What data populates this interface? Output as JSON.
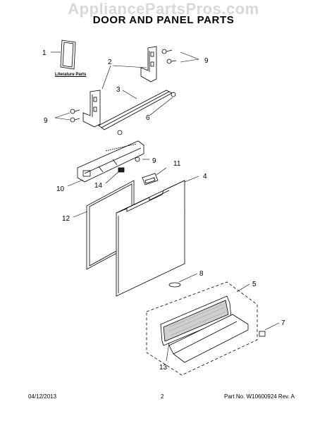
{
  "watermark": "AppliancePartsPros.com",
  "title": "DOOR AND PANEL PARTS",
  "literature_label": "Literature Parts",
  "callouts": {
    "c1": "1",
    "c2": "2",
    "c3": "3",
    "c4": "4",
    "c5": "5",
    "c6": "6",
    "c7": "7",
    "c8": "8",
    "c9a": "9",
    "c9b": "9",
    "c9c": "9",
    "c10": "10",
    "c11": "11",
    "c12": "12",
    "c13": "13",
    "c14": "14"
  },
  "footer": {
    "date": "04/12/2013",
    "page": "2",
    "part_no": "Part No. W10600924 Rev. A"
  }
}
